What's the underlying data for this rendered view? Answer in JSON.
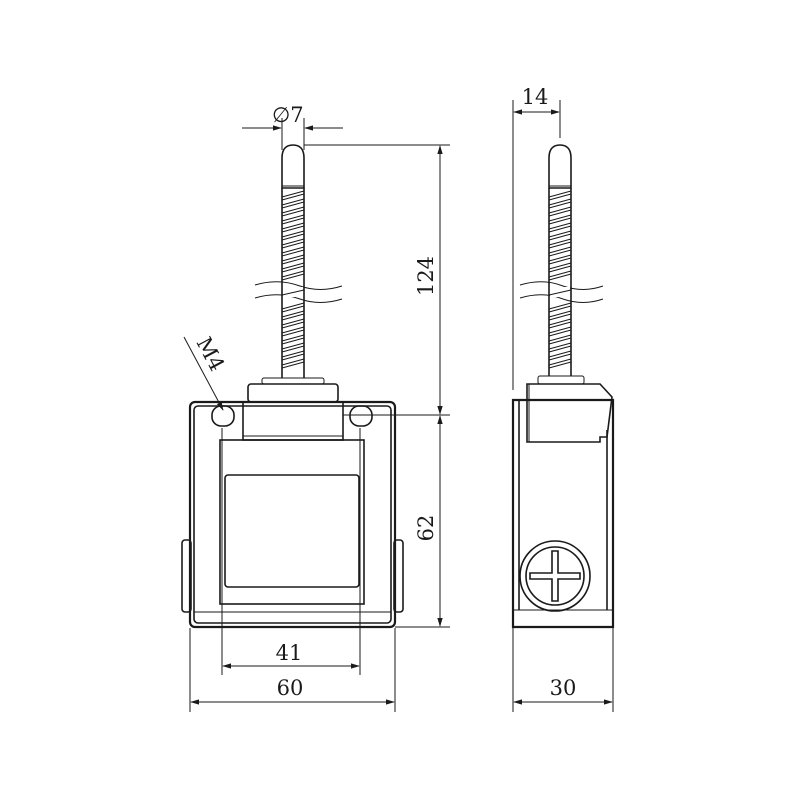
{
  "drawing": {
    "front_view": {
      "dimensions": {
        "rod_diameter": "∅7",
        "rod_height": "124",
        "body_height": "62",
        "hole_spacing": "41",
        "body_width": "60",
        "thread": "M4"
      }
    },
    "side_view": {
      "dimensions": {
        "rod_offset": "14",
        "body_depth": "30"
      }
    }
  }
}
